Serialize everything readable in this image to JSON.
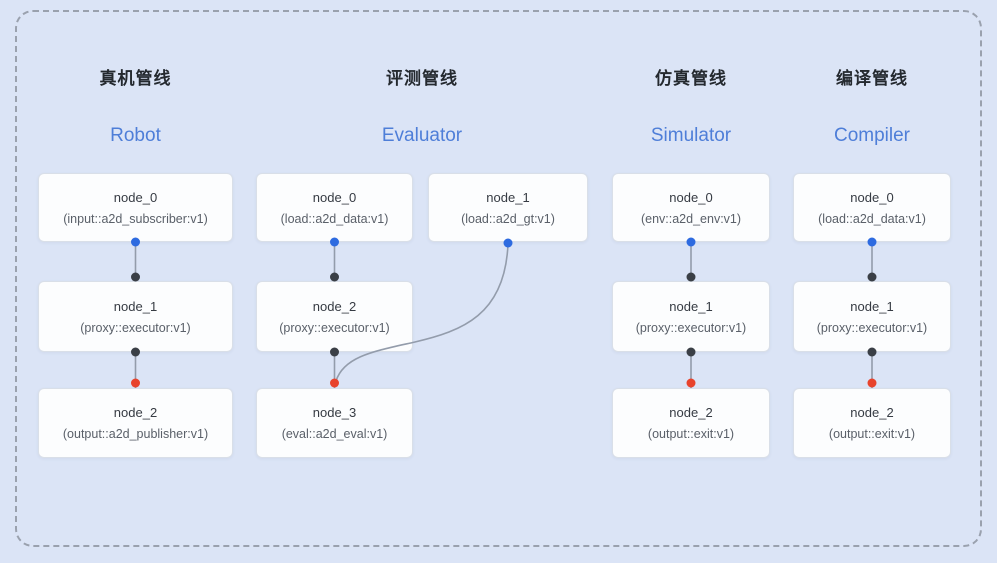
{
  "pipelines": [
    {
      "title_zh": "真机管线",
      "title_en": "Robot",
      "nodes": [
        {
          "name": "node_0",
          "type": "(input::a2d_subscriber:v1)"
        },
        {
          "name": "node_1",
          "type": "(proxy::executor:v1)"
        },
        {
          "name": "node_2",
          "type": "(output::a2d_publisher:v1)"
        }
      ]
    },
    {
      "title_zh": "评测管线",
      "title_en": "Evaluator",
      "nodes": [
        {
          "name": "node_0",
          "type": "(load::a2d_data:v1)"
        },
        {
          "name": "node_1",
          "type": "(load::a2d_gt:v1)"
        },
        {
          "name": "node_2",
          "type": "(proxy::executor:v1)"
        },
        {
          "name": "node_3",
          "type": "(eval::a2d_eval:v1)"
        }
      ]
    },
    {
      "title_zh": "仿真管线",
      "title_en": "Simulator",
      "nodes": [
        {
          "name": "node_0",
          "type": "(env::a2d_env:v1)"
        },
        {
          "name": "node_1",
          "type": "(proxy::executor:v1)"
        },
        {
          "name": "node_2",
          "type": "(output::exit:v1)"
        }
      ]
    },
    {
      "title_zh": "编译管线",
      "title_en": "Compiler",
      "nodes": [
        {
          "name": "node_0",
          "type": "(load::a2d_data:v1)"
        },
        {
          "name": "node_1",
          "type": "(proxy::executor:v1)"
        },
        {
          "name": "node_2",
          "type": "(output::exit:v1)"
        }
      ]
    }
  ],
  "colors": {
    "background": "#dbe4f6",
    "frame_border": "#9aa1ae",
    "title_zh": "#24292f",
    "title_en": "#4e7ed8",
    "node_bg": "#fcfdfe",
    "node_border": "#d9dfe8",
    "edge": "#939cab",
    "port_blue": "#2e6be0",
    "port_dark": "#3a3f46",
    "port_red": "#e8432c"
  }
}
